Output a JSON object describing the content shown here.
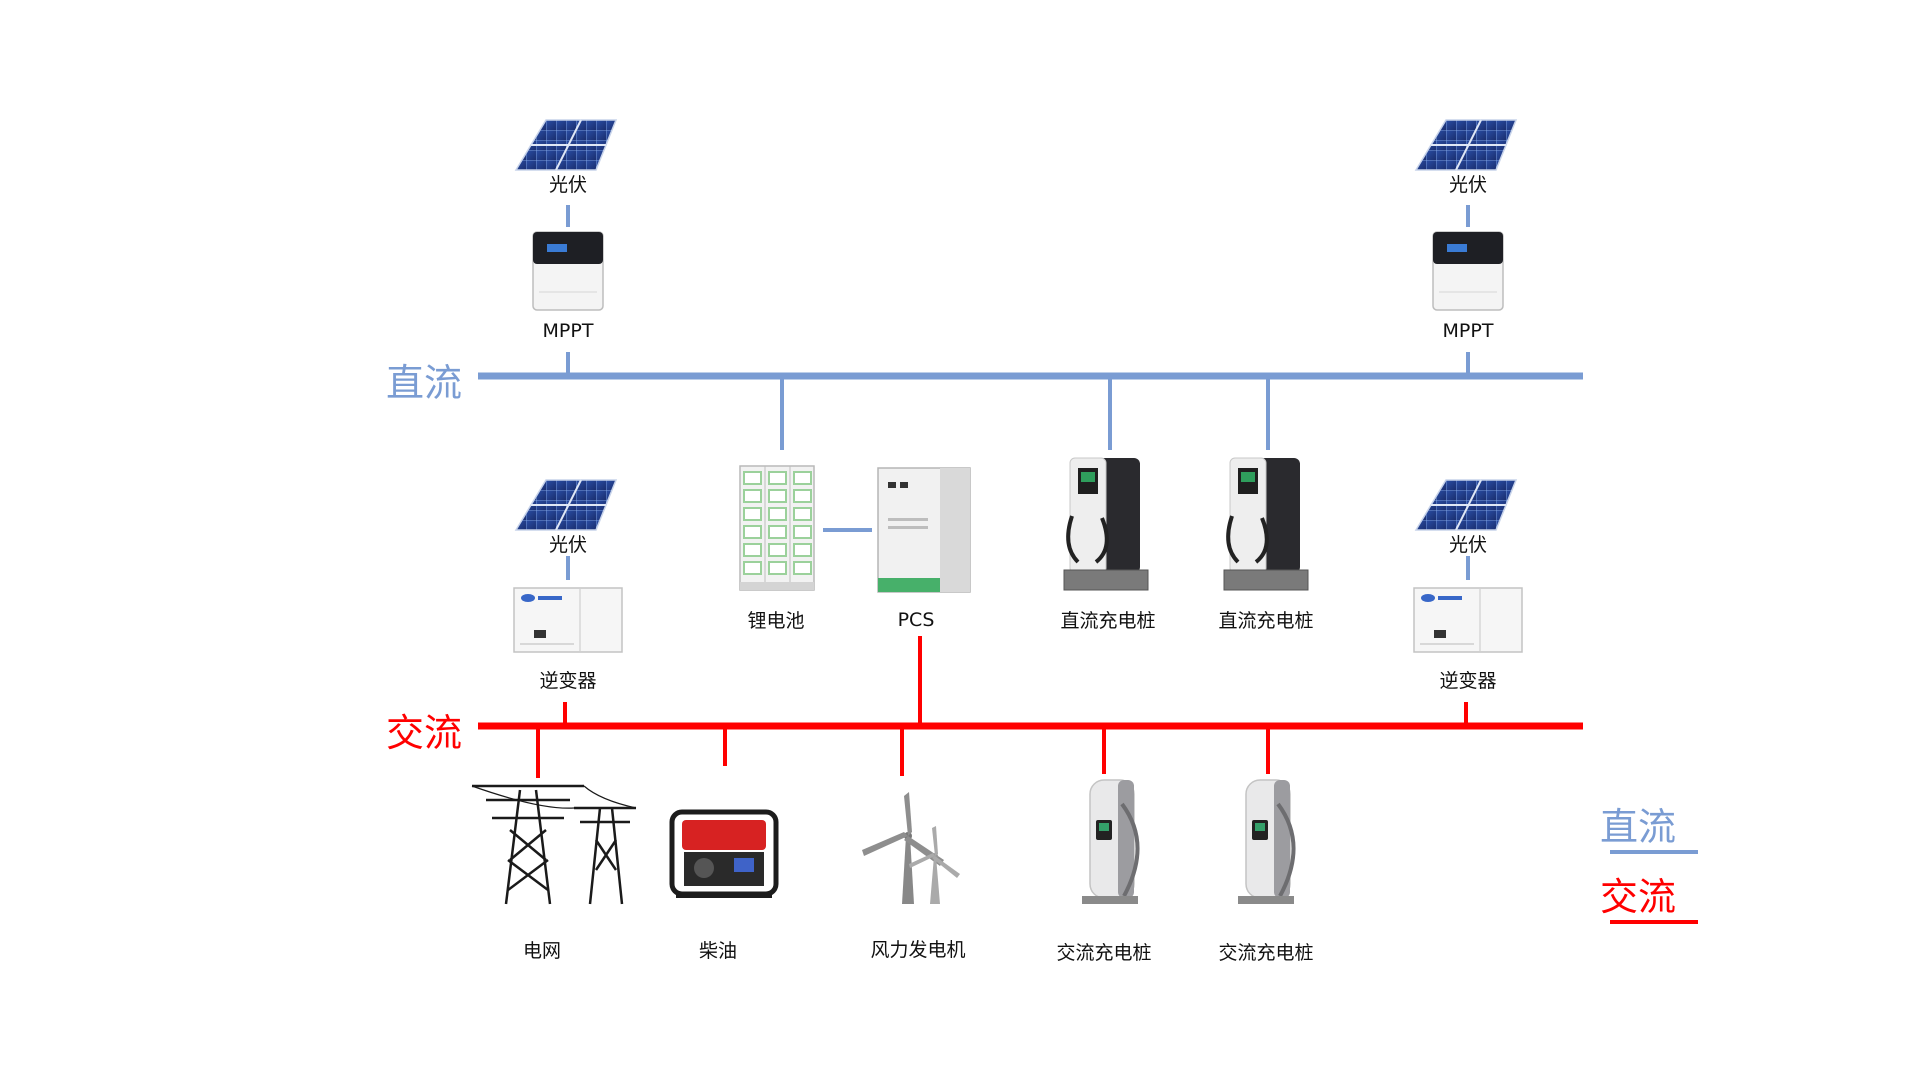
{
  "bus": {
    "dc_label": "直流",
    "ac_label": "交流",
    "dc_color": "#7A9CD3",
    "ac_color": "#FF0000"
  },
  "legend": {
    "dc_label": "直流",
    "ac_label": "交流"
  },
  "labels": {
    "pv_top_left": "光伏",
    "mppt_left": "MPPT",
    "pv_top_right": "光伏",
    "mppt_right": "MPPT",
    "pv_mid_left": "光伏",
    "inverter_left": "逆变器",
    "pv_mid_right": "光伏",
    "inverter_right": "逆变器",
    "lithium_battery": "锂电池",
    "pcs": "PCS",
    "dc_charger_1": "直流充电桩",
    "dc_charger_2": "直流充电桩",
    "grid": "电网",
    "diesel": "柴油",
    "wind_turbine": "风力发电机",
    "ac_charger_1": "交流充电桩",
    "ac_charger_2": "交流充电桩"
  },
  "icons": {
    "solar_panel": "solar-panel-icon",
    "mppt": "mppt-controller-icon",
    "inverter": "inverter-icon",
    "battery": "battery-rack-icon",
    "pcs": "pcs-cabinet-icon",
    "dc_charger": "dc-charger-icon",
    "ac_charger": "ac-charger-icon",
    "grid": "transmission-tower-icon",
    "diesel": "diesel-generator-icon",
    "wind": "wind-turbine-icon"
  }
}
